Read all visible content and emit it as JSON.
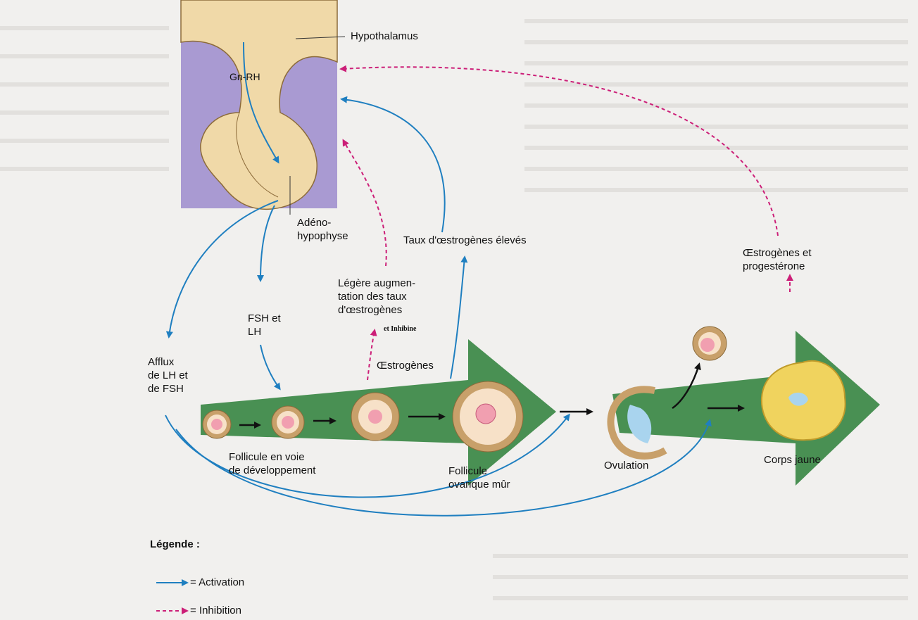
{
  "labels": {
    "hypothalamus": "Hypothalamus",
    "gnrh": "Gn-RH",
    "adenohypophyse": "Adéno-\nhypophyse",
    "taux_eleves": "Taux d'œstrogènes élevés",
    "legere_augmentation": "Légère augmen-\ntation des taux\nd'œstrogènes",
    "et_inhibine": "et Inhibine",
    "fsh_lh": "FSH et\nLH",
    "afflux": "Afflux\nde LH et\nde FSH",
    "oestrogenes": "Œstrogènes",
    "follicule_developpement": "Follicule en voie\nde développement",
    "follicule_mur": "Follicule\novarique mûr",
    "ovulation": "Ovulation",
    "corps_jaune": "Corps jaune",
    "oestrogenes_progesterone": "Œstrogènes et\nprogestérone"
  },
  "legend": {
    "title": "Légende :",
    "activation": "= Activation",
    "inhibition": "= Inhibition"
  },
  "colors": {
    "activation": "#1f7fc0",
    "inhibition": "#cc1f78",
    "big_arrow": "#3f8a4a",
    "brain": "#f0d9a8",
    "brain_top": "#e2ab72",
    "purple": "#a99ad2",
    "follicle_ring": "#c8a06a",
    "oocyte": "#f19fb0",
    "corps_jaune": "#f0d35e"
  }
}
